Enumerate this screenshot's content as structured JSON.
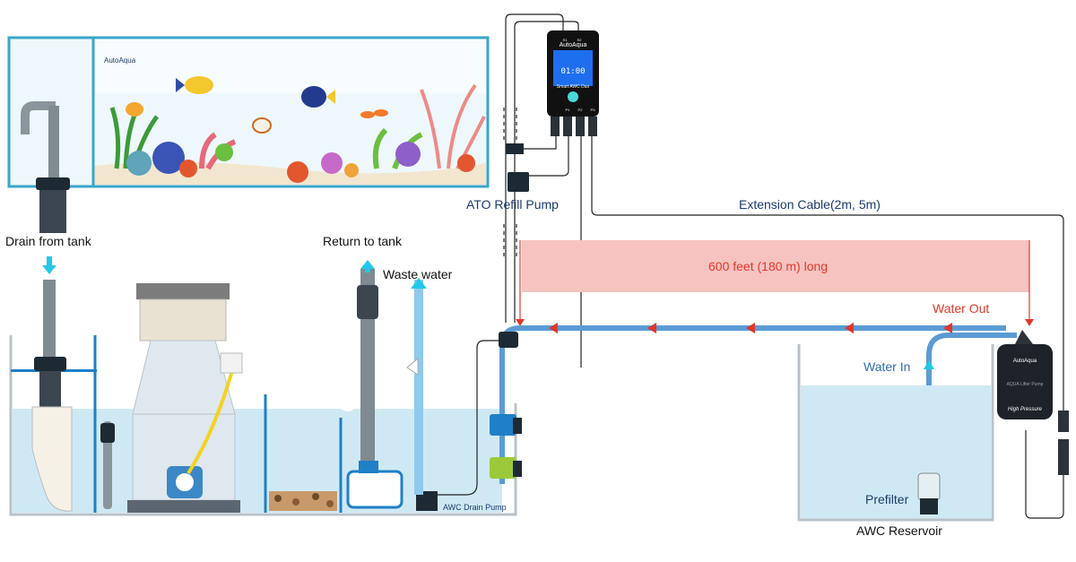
{
  "labels": {
    "drain_from_tank": "Drain from tank",
    "return_to_tank": "Return to tank",
    "waste_water": "Waste water",
    "ato_refill_pump": "ATO Refill Pump",
    "extension_cable": "Extension Cable(2m, 5m)",
    "distance": "600 feet (180 m) long",
    "water_out": "Water Out",
    "water_in": "Water In",
    "prefilter": "Prefilter",
    "awc_reservoir": "AWC Reservoir",
    "awc_drain_pump": "AWC Drain Pump"
  },
  "brand": {
    "logo": "AutoAqua"
  },
  "controller": {
    "brand": "AutoAqua",
    "model": "Smart AWC Duo",
    "display_time": "01:00",
    "ports": [
      "P1",
      "P2",
      "P3"
    ],
    "sensor_ports": [
      "S1",
      "S2"
    ]
  },
  "lifter_pump": {
    "brand": "AutoAqua",
    "name": "AQUA Lifter Pump",
    "tag": "High Pressure"
  },
  "colors": {
    "water": "#cfe9f4",
    "pipe": "#5b9bd5",
    "glass": "#3aa6c8",
    "distance_band": "#f6c3c0",
    "arrow_red": "#e2372b",
    "arrow_cyan": "#23c8e8"
  }
}
